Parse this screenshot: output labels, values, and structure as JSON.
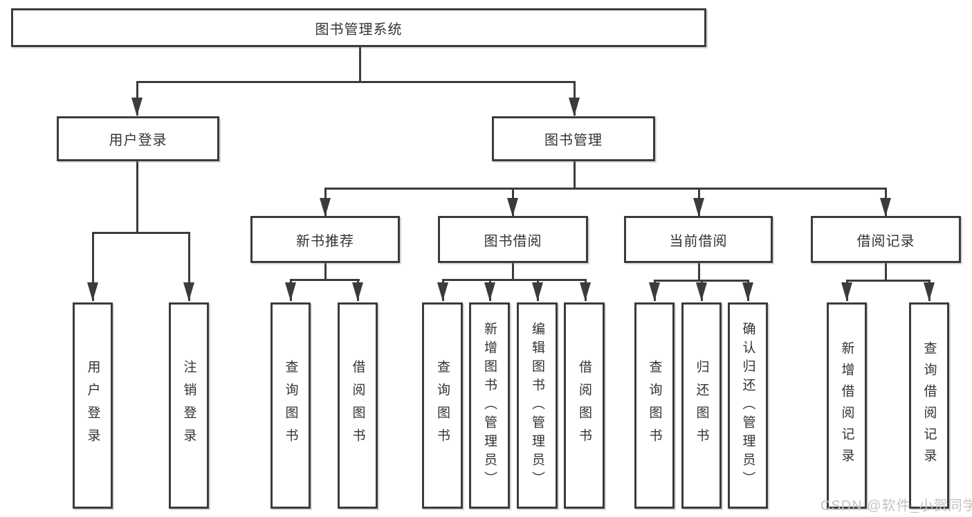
{
  "colors": {
    "line": "#3b3b3b",
    "box_border": "#3b3b3b",
    "box_fill": "#ffffff",
    "text": "#333333",
    "watermark": "#c3c3c3",
    "background": "#ffffff"
  },
  "watermark": {
    "text": "CSDN @软件_小贺同学"
  },
  "tree": {
    "root": {
      "label": "图书管理系统"
    },
    "branches": [
      {
        "label": "用户登录",
        "children": [
          {
            "label": "用户登录"
          },
          {
            "label": "注销登录"
          }
        ]
      },
      {
        "label": "图书管理",
        "modules": [
          {
            "label": "新书推荐",
            "children": [
              {
                "label": "查询图书"
              },
              {
                "label": "借阅图书"
              }
            ]
          },
          {
            "label": "图书借阅",
            "children": [
              {
                "label": "查询图书"
              },
              {
                "label": "新增图书（管理员）"
              },
              {
                "label": "编辑图书（管理员）"
              },
              {
                "label": "借阅图书"
              }
            ]
          },
          {
            "label": "当前借阅",
            "children": [
              {
                "label": "查询图书"
              },
              {
                "label": "归还图书"
              },
              {
                "label": "确认归还（管理员）"
              }
            ]
          },
          {
            "label": "借阅记录",
            "children": [
              {
                "label": "新增借阅记录"
              },
              {
                "label": "查询借阅记录"
              }
            ]
          }
        ]
      }
    ]
  }
}
